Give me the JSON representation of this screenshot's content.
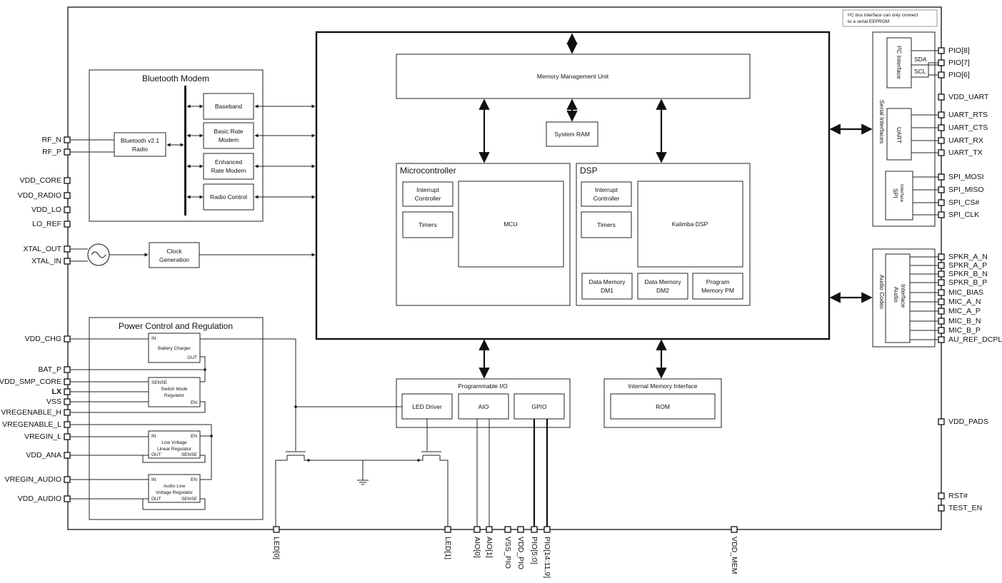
{
  "left_pins": [
    "RF_N",
    "RF_P",
    "VDD_CORE",
    "VDD_RADIO",
    "VDD_LO",
    "LO_REF",
    "XTAL_OUT",
    "XTAL_IN",
    "VDD_CHG",
    "BAT_P",
    "VDD_SMP_CORE",
    "LX",
    "VSS",
    "VREGENABLE_H",
    "VREGENABLE_L",
    "VREGIN_L",
    "VDD_ANA",
    "VREGIN_AUDIO",
    "VDD_AUDIO"
  ],
  "right_pins": [
    "PIO[8]",
    "PIO[7]",
    "PIO[6]",
    "VDD_UART",
    "UART_RTS",
    "UART_CTS",
    "UART_RX",
    "UART_TX",
    "SPI_MOSI",
    "SPI_MISO",
    "SPI_CS#",
    "SPI_CLK",
    "SPKR_A_N",
    "SPKR_A_P",
    "SPKR_B_N",
    "SPKR_B_P",
    "MIC_BIAS",
    "MIC_A_N",
    "MIC_A_P",
    "MIC_B_N",
    "MIC_B_P",
    "AU_REF_DCPL",
    "VDD_PADS",
    "RST#",
    "TEST_EN"
  ],
  "bottom_pins": [
    "LED[0]",
    "LED[1]",
    "AIO[0]",
    "AIO[1]",
    "VSS_PIO",
    "VDD_PIO",
    "PIO[5:0]",
    "PIO[14:11,9]",
    "VDD_MEM"
  ],
  "note": [
    "I²C bus interface can only connect",
    "to a serial EEPROM"
  ],
  "bt_modem": {
    "title": "Bluetooth Modem",
    "radio": [
      "Bluetooth v2.1",
      "Radio"
    ],
    "baseband": "Baseband",
    "basic_rate": [
      "Basic Rate",
      "Modem"
    ],
    "enhanced_rate": [
      "Enhanced",
      "Rate Modem"
    ],
    "radio_control": "Radio Control"
  },
  "clock": [
    "Clock",
    "Generation"
  ],
  "core": {
    "mmu": "Memory Management Unit",
    "system_ram": "System RAM",
    "microcontroller": "Microcontroller",
    "mcu_interrupt": [
      "Interrupt",
      "Controller"
    ],
    "mcu_timers": "Timers",
    "mcu": "MCU",
    "dsp": "DSP",
    "dsp_interrupt": [
      "Interrupt",
      "Controller"
    ],
    "dsp_timers": "Timers",
    "kalimba": "Kalimba DSP",
    "dm1": [
      "Data Memory",
      "DM1"
    ],
    "dm2": [
      "Data Memory",
      "DM2"
    ],
    "pm": [
      "Program",
      "Memory PM"
    ]
  },
  "pio": {
    "title": "Programmable I/O",
    "led": "LED Driver",
    "aio": "AIO",
    "gpio": "GPIO"
  },
  "mem_if": {
    "title": "Internal Memory Interface",
    "rom": "ROM"
  },
  "power": {
    "title": "Power Control and Regulation",
    "charger": "Battery Charger",
    "in": "IN",
    "out": "OUT",
    "en": "EN",
    "sense": "SENSE",
    "smps": [
      "Switch Mode",
      "Regulator"
    ],
    "lvlr": [
      "Low Voltage",
      "Linear Regulator"
    ],
    "audio_reg": [
      "Audio Low",
      "Voltage Regulator"
    ]
  },
  "serial": {
    "title": "Serial Interfaces",
    "i2c": "I²C Interface",
    "sda": "SDA",
    "scl": "SCL",
    "uart": "UART",
    "spi": [
      "SPI",
      "Interface"
    ]
  },
  "codec": {
    "title": "Audio Codec",
    "audio_if": [
      "Audio",
      "Interface"
    ]
  }
}
